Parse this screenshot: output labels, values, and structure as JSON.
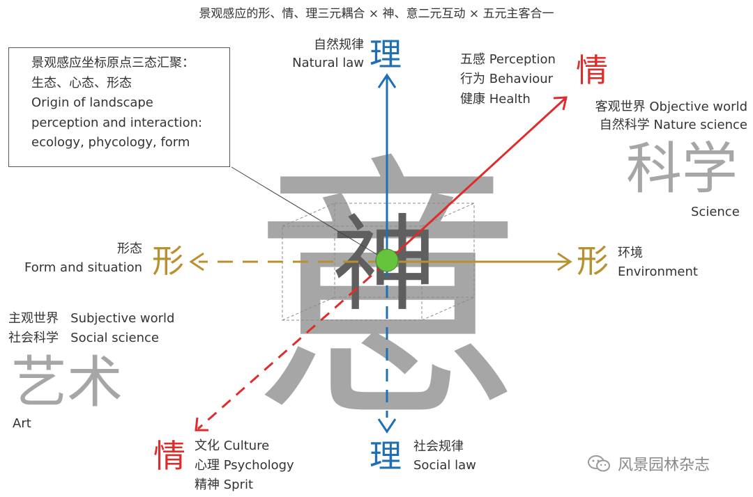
{
  "header": {
    "title": "景观感应的形、情、理三元耦合 × 神、意二元互动 × 五元主客合一"
  },
  "background": {
    "yi_char": "意",
    "shen_char": "神"
  },
  "callout": {
    "lines": [
      "景观感应坐标原点三态汇聚：",
      "生态、心态、形态",
      "Origin of landscape",
      "perception and interaction:",
      "ecology, phycology,  form"
    ]
  },
  "axis_top": {
    "char": "理",
    "label_cn": "自然规律",
    "label_en": "Natural law"
  },
  "axis_bottom": {
    "char": "理",
    "label_cn": "社会规律",
    "label_en": "Social law"
  },
  "axis_left": {
    "char": "形",
    "label_cn": "形态",
    "label_en": "Form and situation"
  },
  "axis_right": {
    "char": "形",
    "label_cn": "环境",
    "label_en": "Environment"
  },
  "axis_upper_right": {
    "char": "情",
    "items": [
      "五感 Perception",
      "行为 Behaviour",
      "健康 Health"
    ]
  },
  "axis_lower_left": {
    "char": "情",
    "items": [
      "文化 Culture",
      "心理 Psychology",
      "精神 Sprit"
    ]
  },
  "science": {
    "lines": [
      "客观世界 Objective world",
      "自然科学 Nature science"
    ],
    "big": "科学",
    "en": "Science"
  },
  "art": {
    "lines": [
      "主观世界   Subjective world",
      "社会科学   Social science"
    ],
    "big": "艺术",
    "en": "Art"
  },
  "watermark": {
    "text": "风景园林杂志",
    "icon": "wechat-icon"
  },
  "colors": {
    "blue": "#1f6fb5",
    "red": "#e02b2b",
    "gold": "#b8902f",
    "gray": "#a6a6a6",
    "dark_gray": "#5f5f5f",
    "green": "#66c33e"
  }
}
